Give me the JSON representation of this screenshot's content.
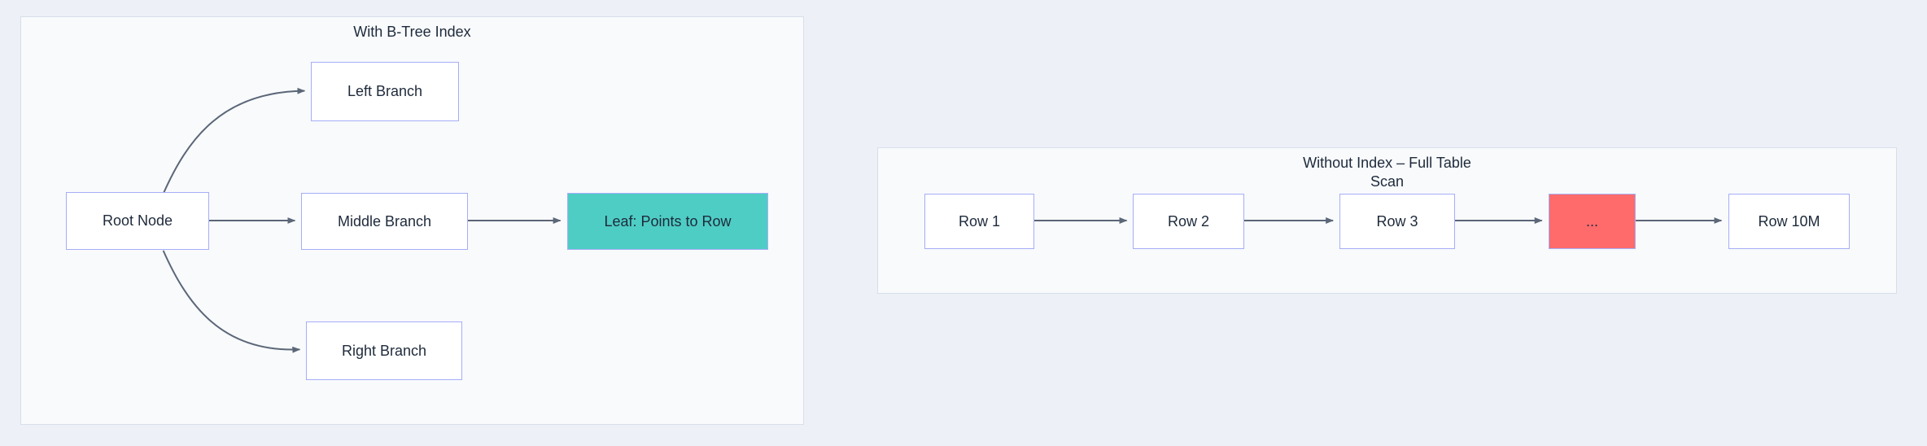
{
  "colors": {
    "page_background": "#edf1f7",
    "panel_background": "#f8fafc",
    "panel_border": "#d8dfe9",
    "node_border": "#a6aef7",
    "node_background": "#ffffff",
    "leaf_highlight": "#4ecdc4",
    "ellipsis_highlight": "#ff6b6b",
    "arrow": "#5b6677",
    "text": "#1e2a3b"
  },
  "panels": [
    {
      "title": "With B-Tree Index",
      "nodes": [
        {
          "label": "Root Node"
        },
        {
          "label": "Left Branch"
        },
        {
          "label": "Middle Branch"
        },
        {
          "label": "Leaf: Points to Row",
          "highlight": "teal"
        },
        {
          "label": "Right Branch"
        }
      ]
    },
    {
      "title": "Without Index – Full Table Scan",
      "nodes": [
        {
          "label": "Row 1"
        },
        {
          "label": "Row 2"
        },
        {
          "label": "Row 3"
        },
        {
          "label": "...",
          "highlight": "red"
        },
        {
          "label": "Row 10M"
        }
      ]
    }
  ]
}
